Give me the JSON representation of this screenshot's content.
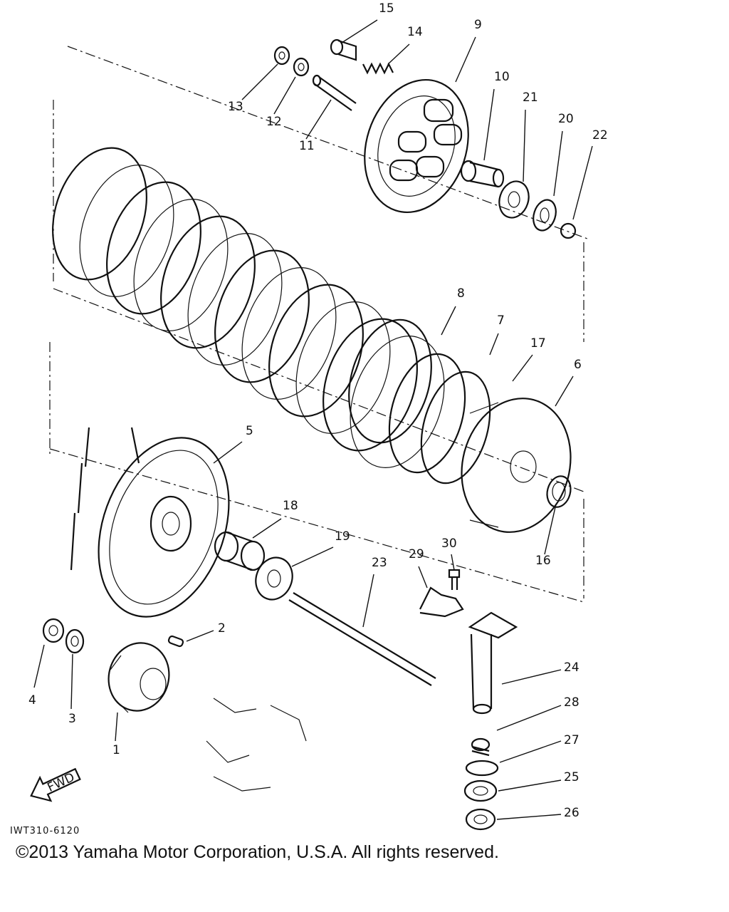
{
  "parts": [
    {
      "id": "1",
      "label": "1"
    },
    {
      "id": "2",
      "label": "2"
    },
    {
      "id": "3",
      "label": "3"
    },
    {
      "id": "4",
      "label": "4"
    },
    {
      "id": "5",
      "label": "5"
    },
    {
      "id": "6",
      "label": "6"
    },
    {
      "id": "7",
      "label": "7"
    },
    {
      "id": "8",
      "label": "8"
    },
    {
      "id": "9",
      "label": "9"
    },
    {
      "id": "10",
      "label": "10"
    },
    {
      "id": "11",
      "label": "11"
    },
    {
      "id": "12",
      "label": "12"
    },
    {
      "id": "13",
      "label": "13"
    },
    {
      "id": "14",
      "label": "14"
    },
    {
      "id": "15",
      "label": "15"
    },
    {
      "id": "16",
      "label": "16"
    },
    {
      "id": "17",
      "label": "17"
    },
    {
      "id": "18",
      "label": "18"
    },
    {
      "id": "19",
      "label": "19"
    },
    {
      "id": "20",
      "label": "20"
    },
    {
      "id": "21",
      "label": "21"
    },
    {
      "id": "22",
      "label": "22"
    },
    {
      "id": "23",
      "label": "23"
    },
    {
      "id": "24",
      "label": "24"
    },
    {
      "id": "25",
      "label": "25"
    },
    {
      "id": "26",
      "label": "26"
    },
    {
      "id": "27",
      "label": "27"
    },
    {
      "id": "28",
      "label": "28"
    },
    {
      "id": "29",
      "label": "29"
    },
    {
      "id": "30",
      "label": "30"
    }
  ],
  "direction_arrow": "FWD",
  "diagram_code": "IWT310-6120",
  "copyright": "©2013 Yamaha Motor Corporation, U.S.A. All rights reserved.",
  "colors": {
    "ink": "#111111",
    "background": "#ffffff"
  }
}
